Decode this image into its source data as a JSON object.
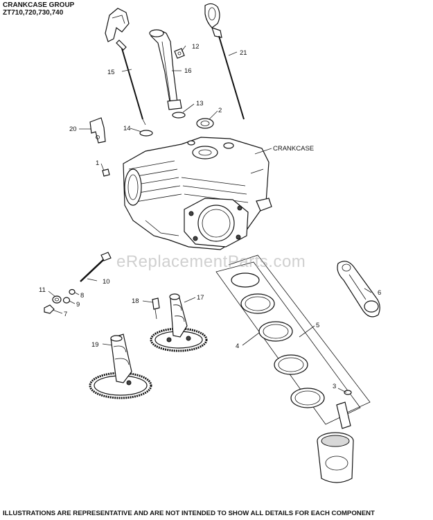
{
  "header": {
    "title": "CRANKCASE GROUP",
    "models": "ZT710,720,730,740"
  },
  "callouts": [
    "1",
    "2",
    "3",
    "4",
    "5",
    "6",
    "7",
    "8",
    "9",
    "10",
    "11",
    "12",
    "13",
    "14",
    "15",
    "16",
    "17",
    "18",
    "19",
    "20",
    "21"
  ],
  "crankcase_label": "CRANKCASE",
  "watermark": "eReplacementParts.com",
  "footer": "ILLUSTRATIONS ARE REPRESENTATIVE AND ARE NOT INTENDED TO SHOW ALL DETAILS FOR EACH COMPONENT"
}
